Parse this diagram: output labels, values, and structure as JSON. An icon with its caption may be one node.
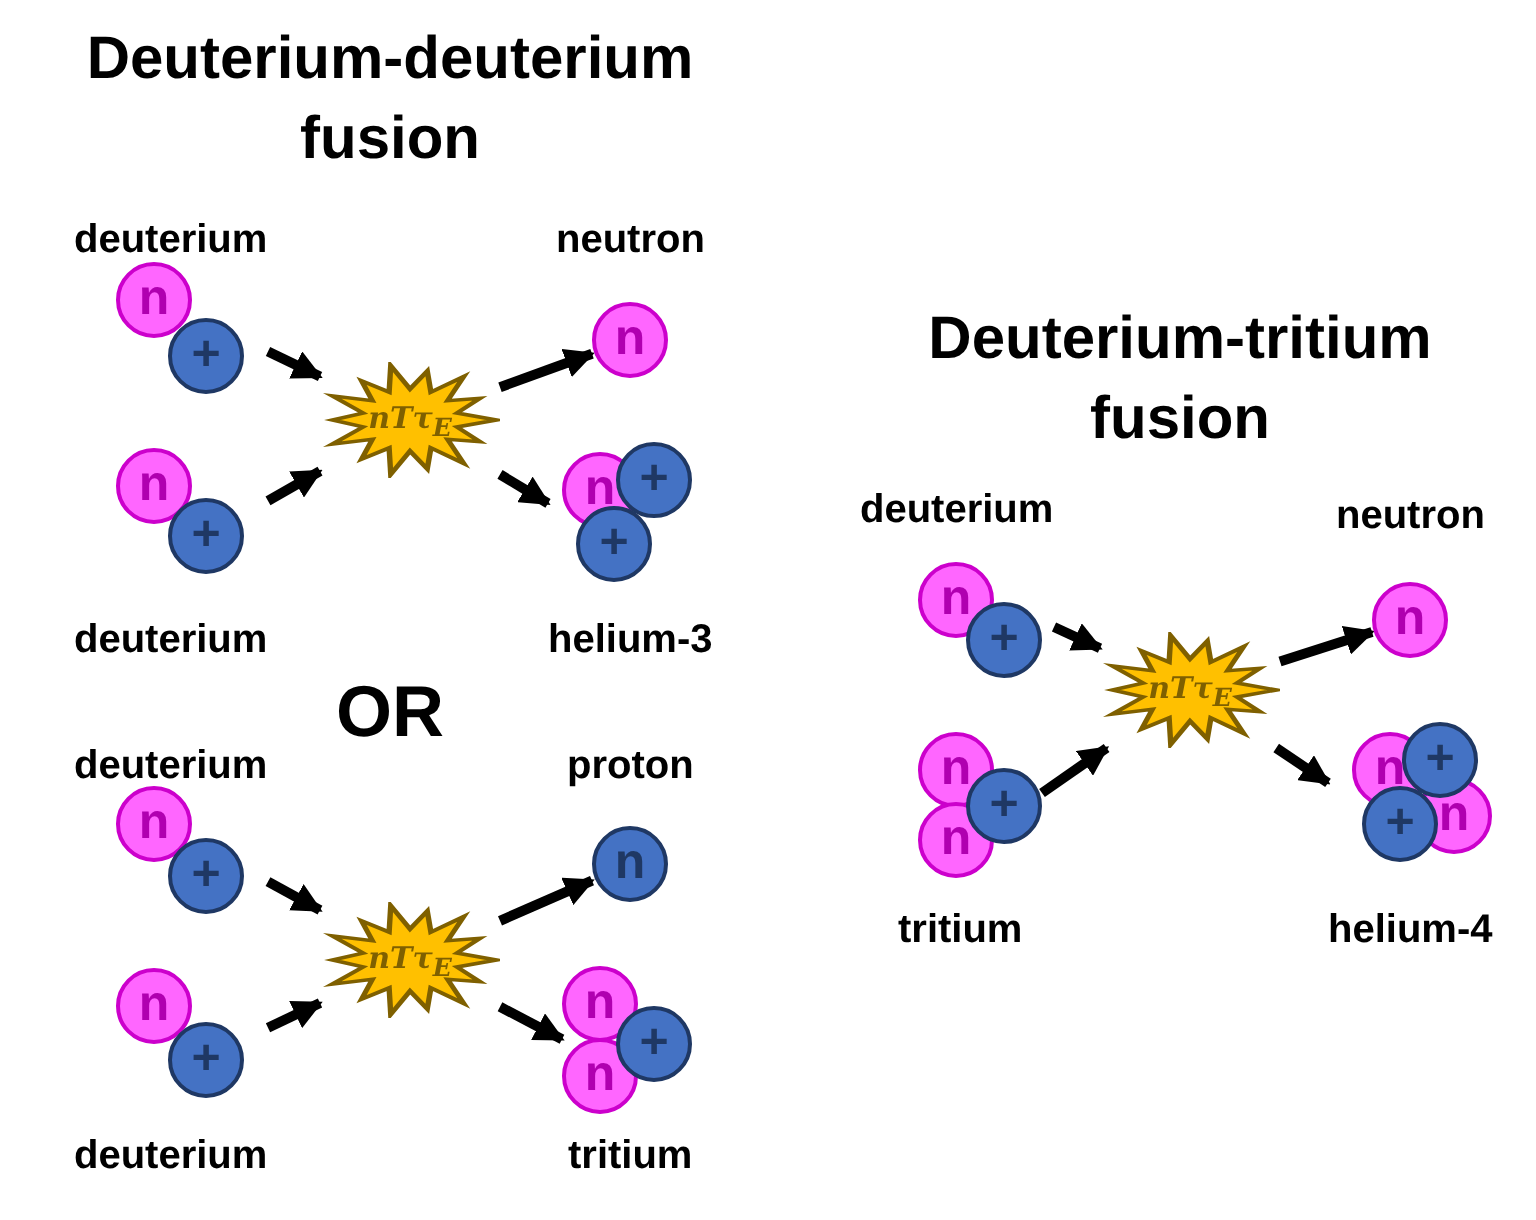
{
  "diagram": {
    "nodes": [
      {
        "text": [
          "deuterium"
        ]
      },
      {
        "text": [
          "n"
        ],
        "in": 0
      },
      {
        "text": [
          "+"
        ],
        "in": 0
      },
      {
        "text": [
          "deuterium"
        ]
      },
      {
        "text": [
          "n"
        ],
        "in": 3
      },
      {
        "text": [
          "+"
        ],
        "in": 3
      },
      {
        "text": [
          "nTτ$_{E}$"
        ]
      },
      {
        "text": [
          "n"
        ],
        "beside": [
          "neutron"
        ]
      },
      {
        "text": [
          "helium-3"
        ]
      },
      {
        "text": [
          "n"
        ],
        "in": 8
      },
      {
        "text": [
          "+"
        ],
        "in": 8
      },
      {
        "text": [
          "+"
        ],
        "in": 8
      },
      {
        "text": [
          "deuterium"
        ]
      },
      {
        "text": [
          "n"
        ],
        "in": 12
      },
      {
        "text": [
          "+"
        ],
        "in": 12
      },
      {
        "text": [
          "deuterium"
        ]
      },
      {
        "text": [
          "n"
        ],
        "in": 15
      },
      {
        "text": [
          "+"
        ],
        "in": 15
      },
      {
        "text": [
          "nTτ$_{E}$"
        ]
      },
      {
        "text": [
          "n"
        ],
        "beside": [
          "proton"
        ]
      },
      {
        "text": [
          "tritium"
        ]
      },
      {
        "text": [
          "n"
        ],
        "in": 20
      },
      {
        "text": [
          "n"
        ],
        "in": 20
      },
      {
        "text": [
          "+"
        ],
        "in": 20
      },
      {
        "text": [
          "deuterium"
        ]
      },
      {
        "text": [
          "n"
        ],
        "in": 24
      },
      {
        "text": [
          "+"
        ],
        "in": 24
      },
      {
        "text": [
          "tritium"
        ]
      },
      {
        "text": [
          "n"
        ],
        "in": 27
      },
      {
        "text": [
          "n"
        ],
        "in": 27
      },
      {
        "text": [
          "+"
        ],
        "in": 27
      },
      {
        "text": [
          "nTτ$_{E}$"
        ]
      },
      {
        "text": [
          "n"
        ],
        "beside": [
          "neutron"
        ]
      },
      {
        "text": [
          "helium-4"
        ]
      },
      {
        "text": [
          "n"
        ],
        "in": 33
      },
      {
        "text": [
          "n"
        ],
        "in": 33
      },
      {
        "text": [
          "+"
        ],
        "in": 33
      },
      {
        "text": [
          "+"
        ],
        "in": 33
      }
    ],
    "edges": [
      {
        "from": 0,
        "to": 6,
        "arrow": "to"
      },
      {
        "from": 3,
        "to": 6,
        "arrow": "to"
      },
      {
        "from": 6,
        "to": 7,
        "arrow": "to"
      },
      {
        "from": 6,
        "to": 8,
        "arrow": "to"
      },
      {
        "from": 12,
        "to": 18,
        "arrow": "to"
      },
      {
        "from": 15,
        "to": 18,
        "arrow": "to"
      },
      {
        "from": 18,
        "to": 19,
        "arrow": "to"
      },
      {
        "from": 18,
        "to": 20,
        "arrow": "to"
      },
      {
        "from": 24,
        "to": 31,
        "arrow": "to"
      },
      {
        "from": 27,
        "to": 31,
        "arrow": "to"
      },
      {
        "from": 31,
        "to": 32,
        "arrow": "to"
      },
      {
        "from": 31,
        "to": 33,
        "arrow": "to"
      }
    ],
    "labels": [
      "Deuterium-deuterium fusion",
      "OR",
      "Deuterium-tritium fusion"
    ]
  }
}
